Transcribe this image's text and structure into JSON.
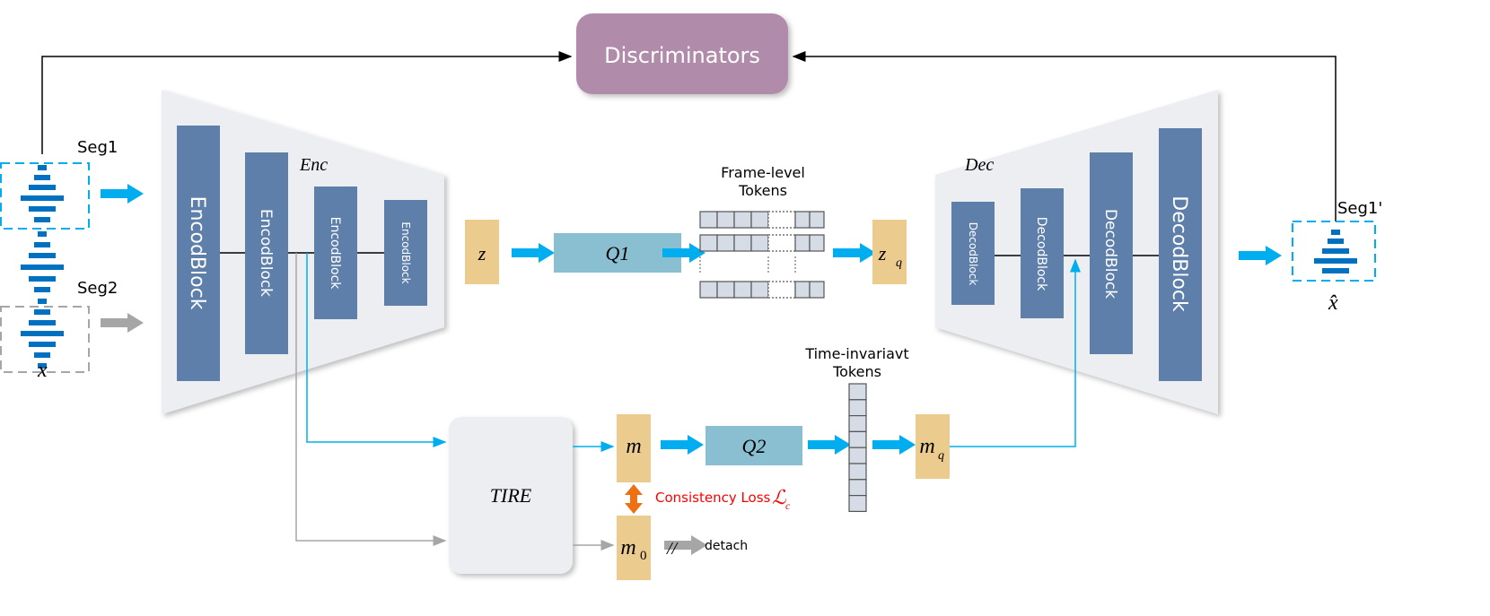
{
  "discriminators": {
    "label": "Discriminators",
    "color": "#B08BAA"
  },
  "input": {
    "seg1": "Seg1",
    "seg2": "Seg2",
    "x": "x"
  },
  "encoder": {
    "label": "Enc",
    "blocks": [
      "EncodBlock",
      "EncodBlock",
      "EncodBlock",
      "EncodBlock"
    ]
  },
  "decoder": {
    "label": "Dec",
    "blocks": [
      "DecodBlock",
      "DecodBlock",
      "DecodBlock",
      "DecodBlock"
    ]
  },
  "latent": {
    "z": "z",
    "q1": "Q1",
    "zq": "z",
    "zq_sub": "q"
  },
  "frame_tokens": {
    "line1": "Frame-level",
    "line2": "Tokens"
  },
  "time_tokens": {
    "line1": "Time-invariavt",
    "line2": "Tokens"
  },
  "tire": {
    "label": "TIRE"
  },
  "memory": {
    "m": "m",
    "m0": "m",
    "m0_sub": "0",
    "q2": "Q2",
    "mq": "m",
    "mq_sub": "q"
  },
  "loss": {
    "label": "Consistency Loss",
    "symbol": "ℒ",
    "symbol_sub": "c",
    "color": "#FF0000"
  },
  "detach": {
    "label": "detach",
    "mark": "//"
  },
  "output": {
    "seg1p": "Seg1'",
    "xhat": "x̂"
  },
  "colors": {
    "block": "#5E7FAA",
    "latent": "#EBCB8E",
    "quantizer": "#89BFD0",
    "arrow": "#00AEEF",
    "gray": "#A6A6A6",
    "orange": "#EE7011"
  }
}
